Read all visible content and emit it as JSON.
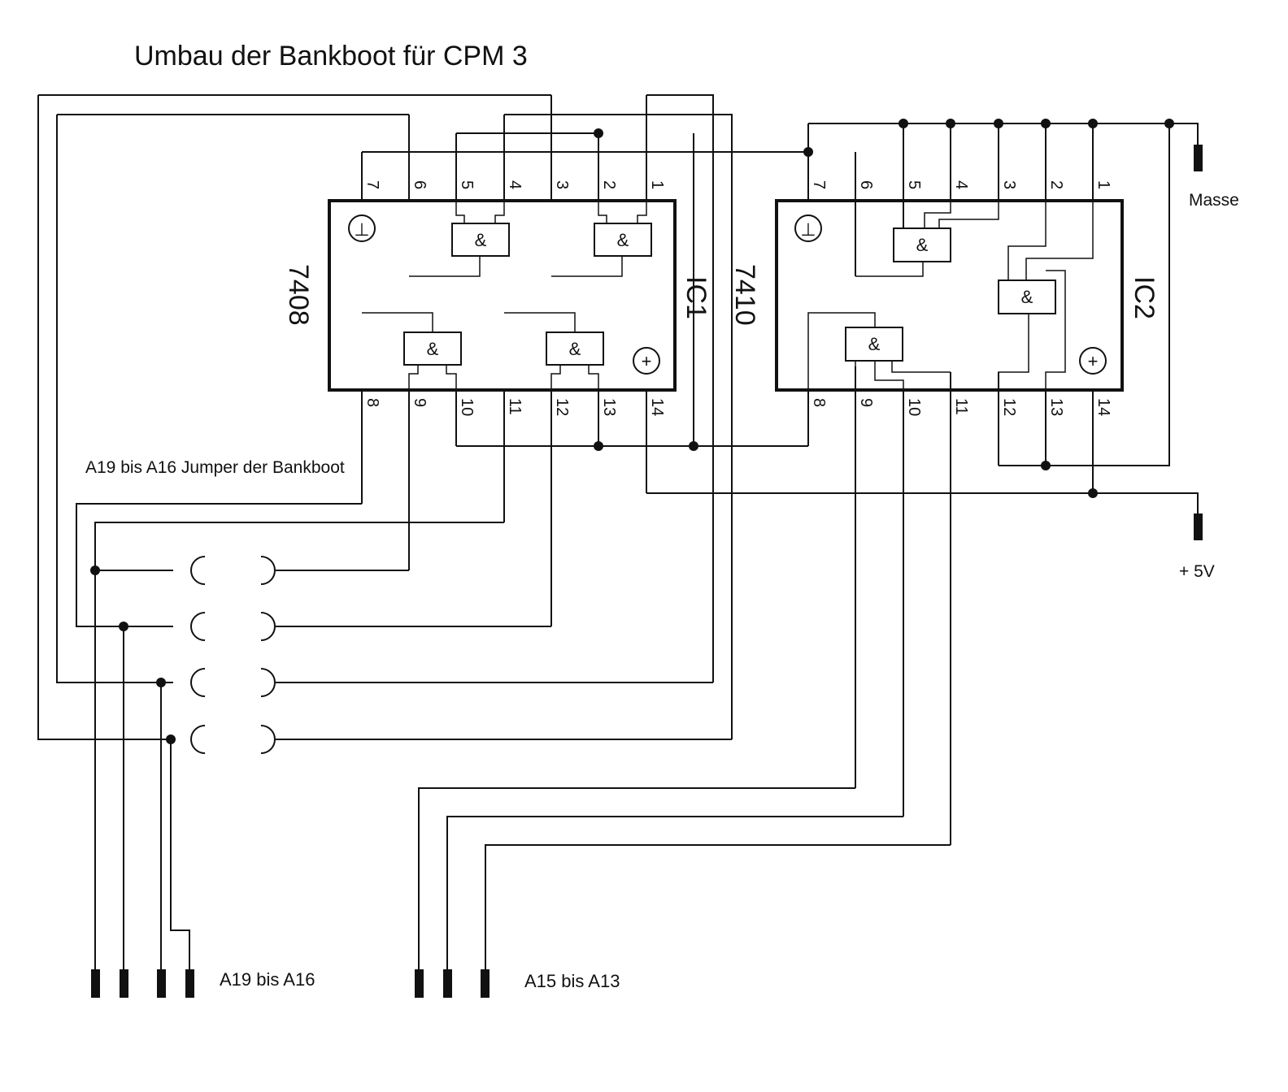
{
  "title": "Umbau der Bankboot für CPM 3",
  "ic1": {
    "name": "IC1",
    "type": "7408",
    "gate_symbol": "&",
    "ground_symbol": "⊥",
    "vcc_symbol": "+",
    "pins_top": [
      "7",
      "6",
      "5",
      "4",
      "3",
      "2",
      "1"
    ],
    "pins_bottom": [
      "8",
      "9",
      "10",
      "11",
      "12",
      "13",
      "14"
    ]
  },
  "ic2": {
    "name": "IC2",
    "type": "7410",
    "gate_symbol": "&",
    "ground_symbol": "⊥",
    "vcc_symbol": "+",
    "pins_top": [
      "7",
      "6",
      "5",
      "4",
      "3",
      "2",
      "1"
    ],
    "pins_bottom": [
      "8",
      "9",
      "10",
      "11",
      "12",
      "13",
      "14"
    ]
  },
  "labels": {
    "ground": "Masse",
    "supply": "+ 5V",
    "jumper_caption": "A19 bis A16 Jumper der Bankboot",
    "connector_a19_a16": "A19 bis A16",
    "connector_a15_a13": "A15 bis A13"
  },
  "colors": {
    "ink": "#111111",
    "background": "#ffffff"
  }
}
